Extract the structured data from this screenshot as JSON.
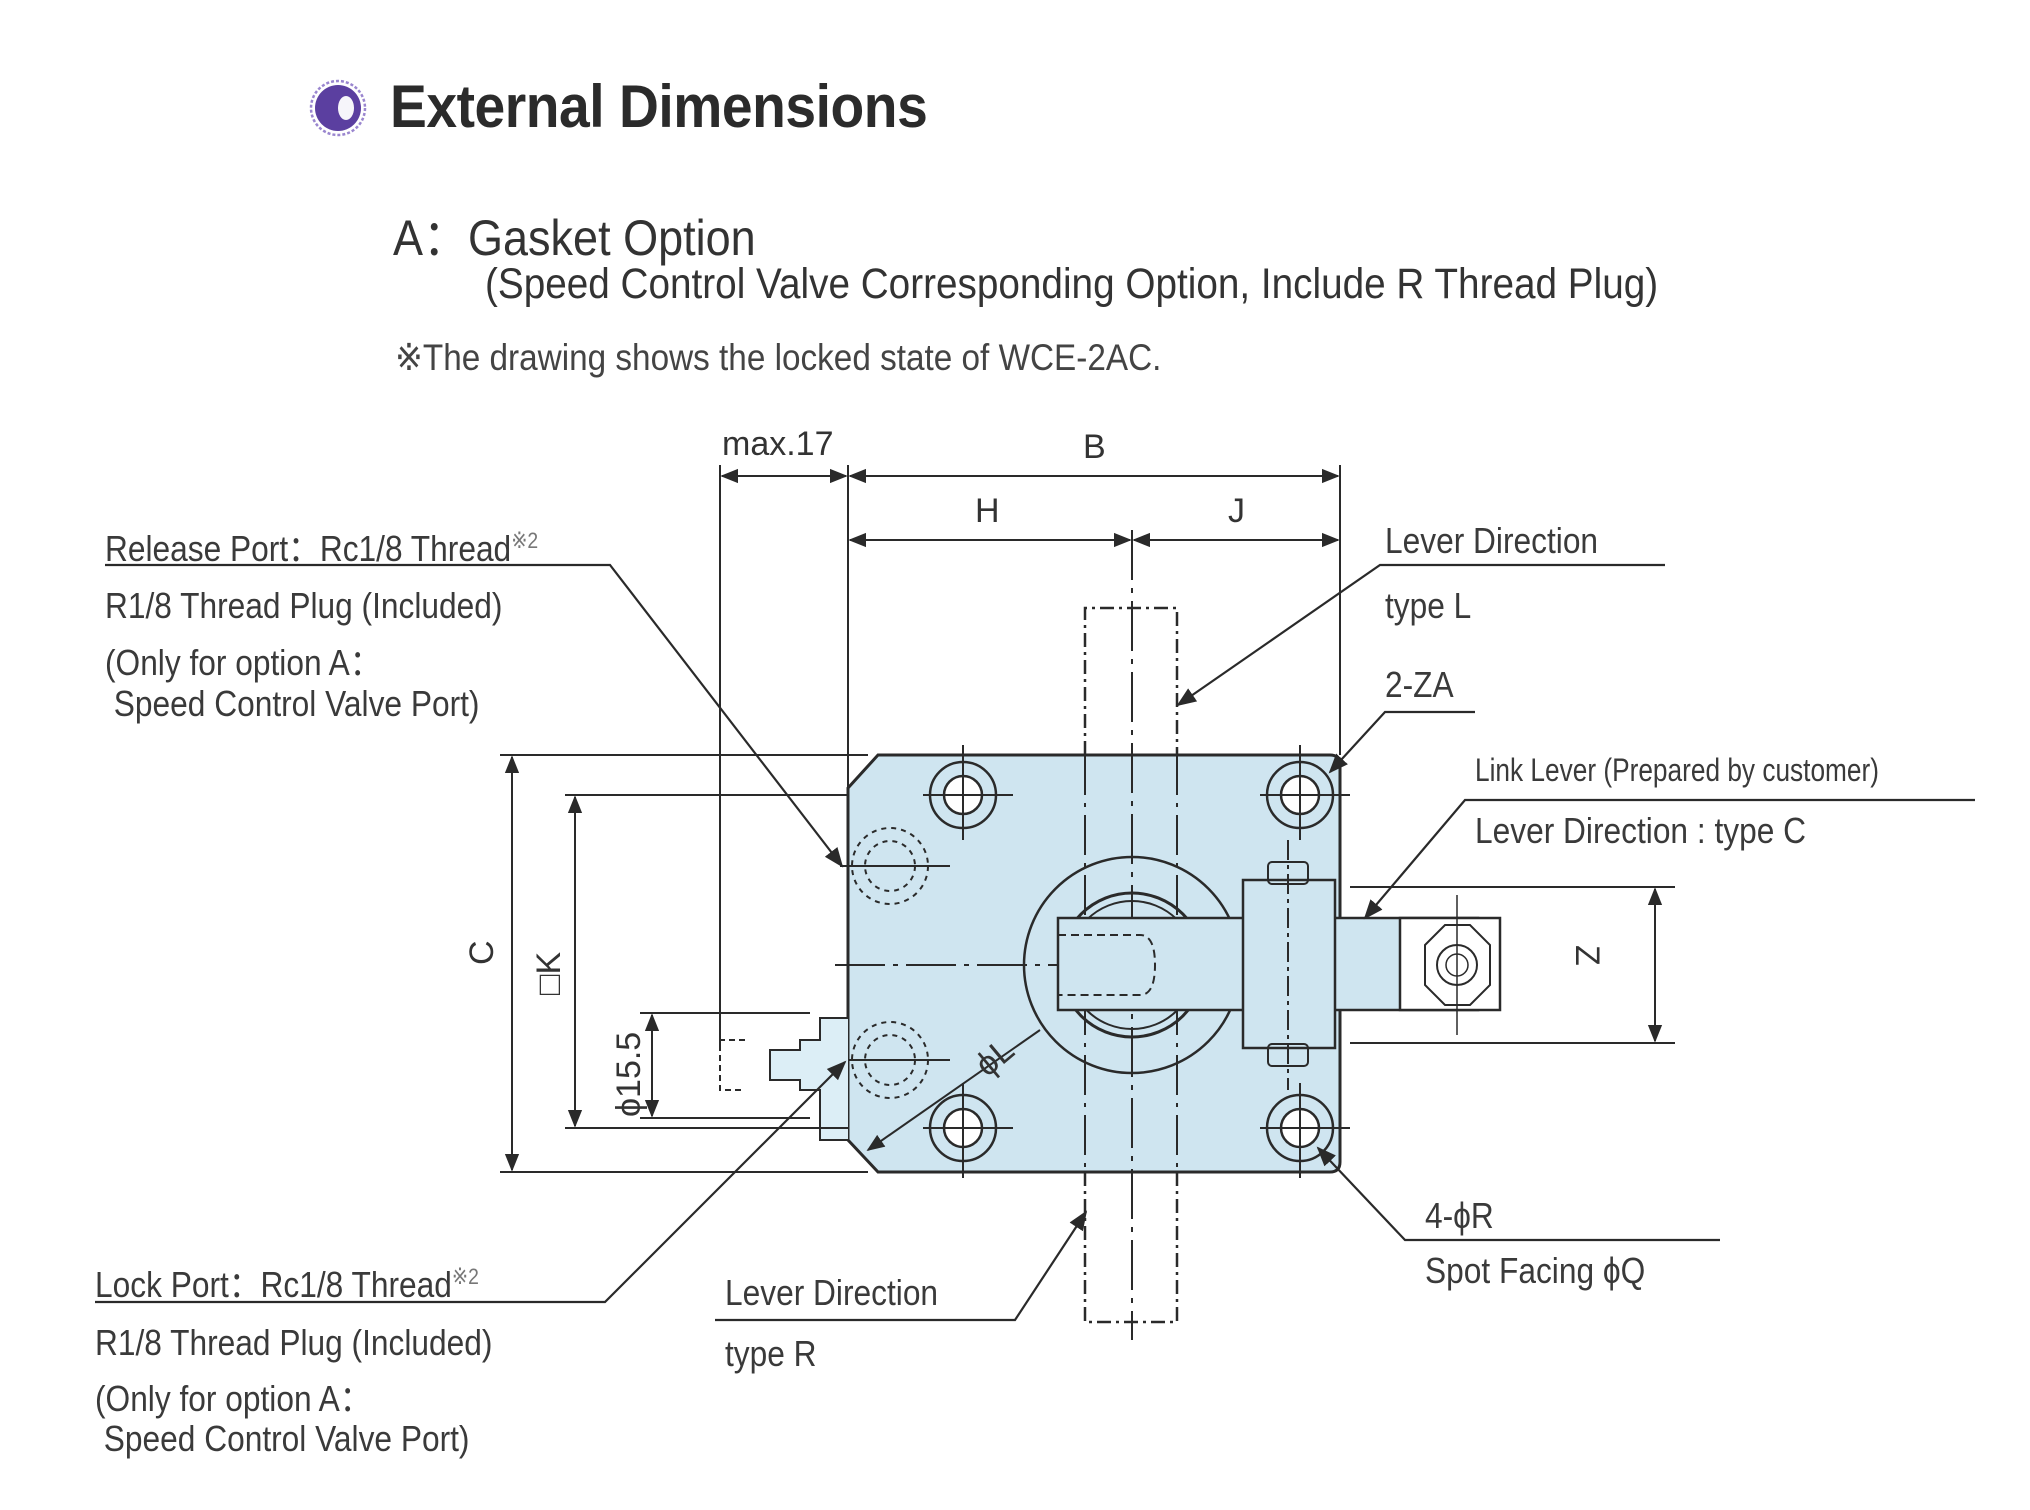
{
  "header": {
    "title": "External Dimensions",
    "bullet_icon": "purple-circle-bullet",
    "bullet_color": "#5b3fa0"
  },
  "option": {
    "title": "A：Gasket Option",
    "subtitle": "(Speed Control Valve Corresponding Option, Include R Thread Plug)",
    "note": "※The drawing shows the locked state of WCE-2AC."
  },
  "drawing": {
    "plate_color": "#cfe5f0",
    "line_color": "#2a2a2a",
    "dimensions": {
      "max17": "max.17",
      "B": "B",
      "H": "H",
      "J": "J",
      "C": "C",
      "K": "□K",
      "phi155": "ϕ15.5",
      "phiL": "ϕL",
      "Z": "Z"
    },
    "callouts": {
      "release_port": {
        "title": "Release Port：Rc1/8 Thread",
        "sup": "※2",
        "lines": [
          "R1/8 Thread Plug (Included)",
          "(Only for option A：",
          " Speed Control Valve Port)"
        ]
      },
      "lock_port": {
        "title": "Lock Port：Rc1/8 Thread",
        "sup": "※2",
        "lines": [
          "R1/8 Thread Plug (Included)",
          "(Only for option A：",
          " Speed Control Valve Port)"
        ]
      },
      "lever_l": {
        "title": "Lever Direction",
        "sub": "type L"
      },
      "lever_r": {
        "title": "Lever Direction",
        "sub": "type R"
      },
      "two_za": {
        "title": "2-ZA"
      },
      "link_lever": {
        "title": "Link Lever (Prepared by customer)",
        "sub": "Lever Direction : type C"
      },
      "holes": {
        "title": "4-ϕR",
        "sub": "Spot Facing ϕQ"
      }
    }
  }
}
